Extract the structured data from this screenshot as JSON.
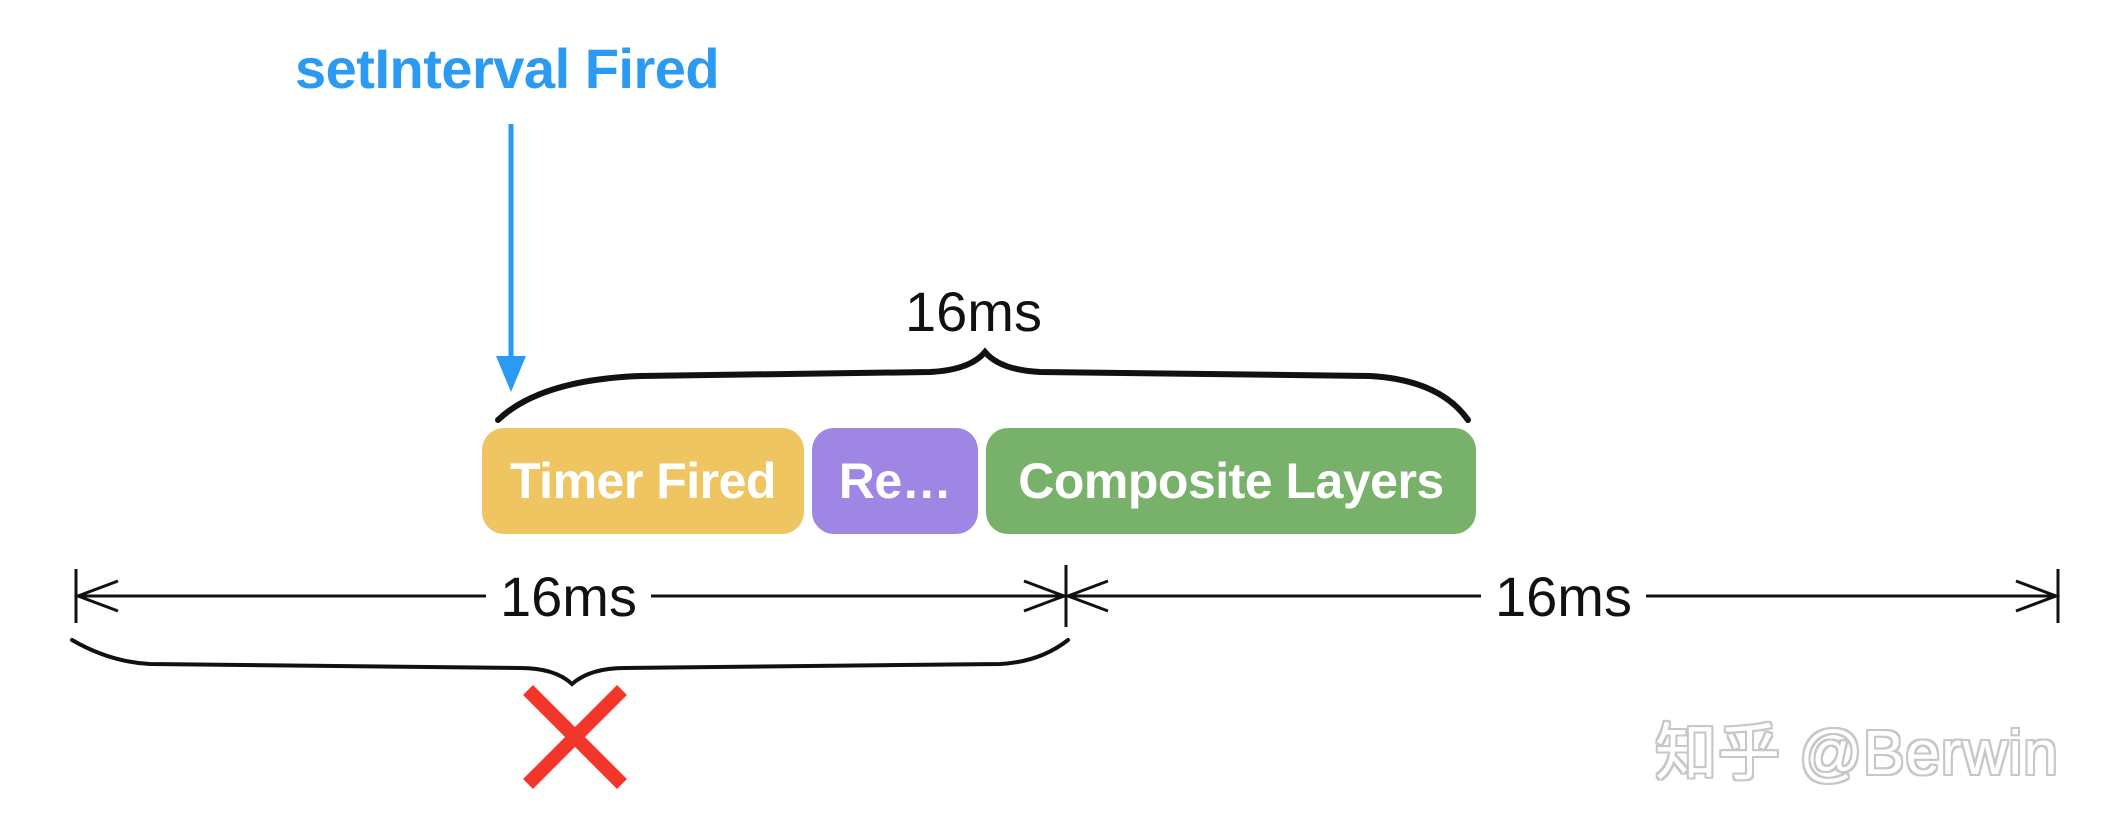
{
  "diagram": {
    "event_label": "setInterval Fired",
    "frame_budget_label": "16ms",
    "tasks": [
      {
        "label": "Timer Fired",
        "color": "#efc562"
      },
      {
        "label": "Re…",
        "color": "#9f85e4"
      },
      {
        "label": "Composite Layers",
        "color": "#78b26a"
      }
    ],
    "intervals": [
      {
        "label": "16ms"
      },
      {
        "label": "16ms"
      }
    ],
    "status_mark": "cross-icon",
    "watermark": "知乎 @Berwin",
    "colors": {
      "event_arrow": "#2b9af3",
      "cross": "#f2362a",
      "lines": "#111111"
    }
  }
}
